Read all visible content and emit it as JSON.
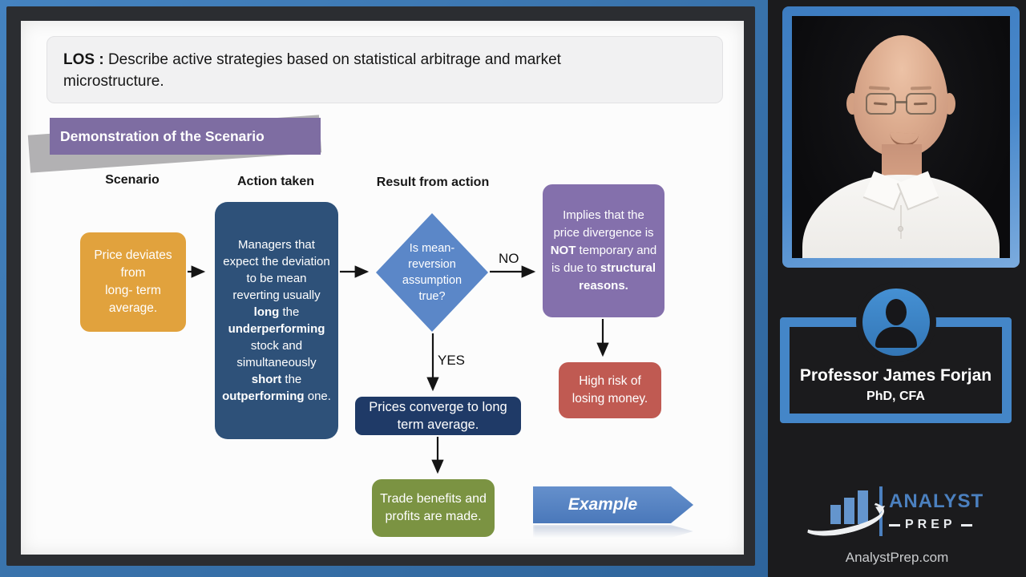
{
  "colors": {
    "slide_border_blue": "#3a74ad",
    "frame_dark": "#2b2d31",
    "sidebar_bg": "#1b1b1d",
    "accent_blue": "#4486c8",
    "header_purple": "#7e6da2",
    "orange_box": "#e1a23d",
    "managers_box": "#2e5179",
    "decision_diamond": "#5b87c8",
    "implies_box": "#8470ac",
    "risk_red": "#c05a52",
    "converge_navy": "#1f3a67",
    "benefits_green": "#7b9342",
    "example_blue": "#4a78ba",
    "logo_text_blue": "#4b80bf",
    "logo_bars_blue": "#6495cd"
  },
  "slide": {
    "los": {
      "label": "LOS :",
      "text": " Describe active strategies based on statistical arbitrage and market microstructure."
    },
    "section_title": "Demonstration of the Scenario",
    "columns": {
      "scenario": "Scenario",
      "action": "Action taken",
      "result": "Result from action"
    },
    "nodes": {
      "price": {
        "lines": [
          "Price deviates",
          "from",
          "long- term",
          "average."
        ]
      },
      "managers": {
        "segments": [
          "Managers that expect the deviation to be mean reverting usually ",
          "long",
          " the ",
          "underperforming",
          " stock and simultaneously ",
          "short",
          " the ",
          "outperforming",
          " one."
        ]
      },
      "decision": {
        "text": "Is mean-reversion assumption true?"
      },
      "implies": {
        "segments": [
          "Implies that the price divergence is ",
          "NOT",
          " temporary and is due to ",
          "structural reasons."
        ]
      },
      "high_risk": {
        "text": "High risk of losing money."
      },
      "converge": {
        "text": "Prices converge to long term average."
      },
      "benefits": {
        "text": "Trade benefits and profits are made."
      }
    },
    "labels": {
      "no": "NO",
      "yes": "YES",
      "example": "Example"
    }
  },
  "sidebar": {
    "presenter": {
      "name": "Professor James Forjan",
      "credentials": "PhD, CFA"
    },
    "logo": {
      "word1": "ANALYST",
      "word2": "PREP"
    },
    "website": "AnalystPrep.com"
  }
}
